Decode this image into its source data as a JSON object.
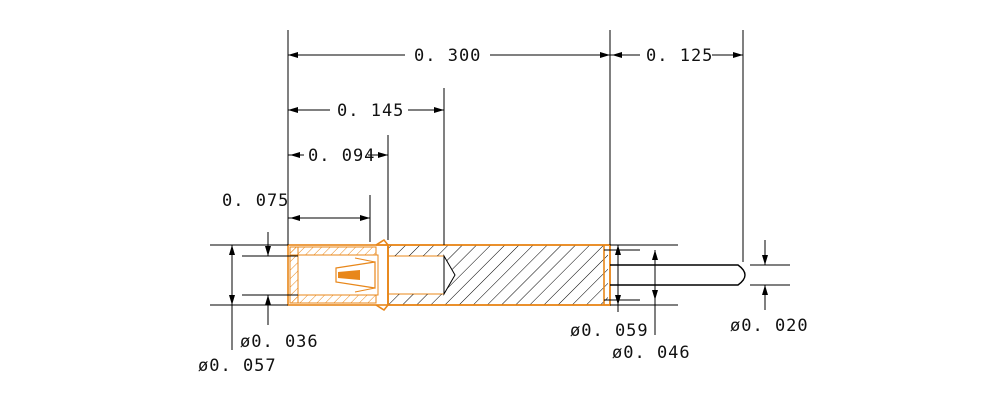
{
  "dimensions": {
    "overall_body": "0. 300",
    "pin_length": "0. 125",
    "bore_depth": "0. 145",
    "sleeve_length": "0. 094",
    "clip_offset": "0. 075",
    "dia_bore": "ø0. 036",
    "dia_head": "ø0. 057",
    "dia_body": "ø0. 059",
    "dia_shank": "ø0. 046",
    "dia_pin": "ø0. 020"
  },
  "colors": {
    "outline": "#e8871a",
    "dimension": "#000000",
    "background": "#ffffff"
  }
}
